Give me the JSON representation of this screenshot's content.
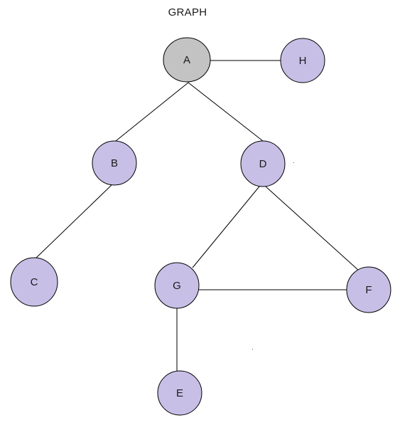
{
  "title": "GRAPH",
  "colors": {
    "root_fill": "#c3c3c3",
    "node_fill": "#c8bfe7",
    "stroke": "#000000"
  },
  "nodes": [
    {
      "id": "A",
      "label": "A",
      "root": true
    },
    {
      "id": "H",
      "label": "H"
    },
    {
      "id": "B",
      "label": "B"
    },
    {
      "id": "D",
      "label": "D"
    },
    {
      "id": "C",
      "label": "C"
    },
    {
      "id": "G",
      "label": "G"
    },
    {
      "id": "F",
      "label": "F"
    },
    {
      "id": "E",
      "label": "E"
    }
  ],
  "edges": [
    [
      "A",
      "H"
    ],
    [
      "A",
      "B"
    ],
    [
      "A",
      "D"
    ],
    [
      "B",
      "C"
    ],
    [
      "D",
      "G"
    ],
    [
      "D",
      "F"
    ],
    [
      "G",
      "F"
    ],
    [
      "G",
      "E"
    ]
  ]
}
